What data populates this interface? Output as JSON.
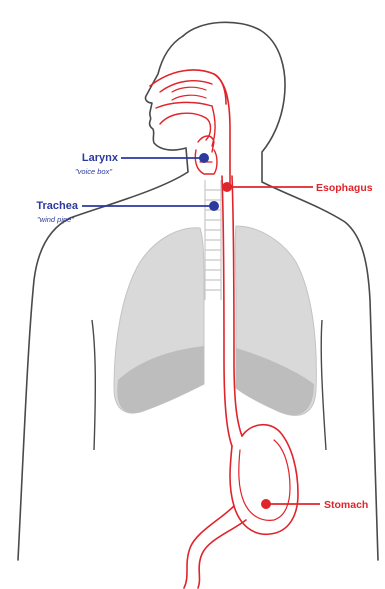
{
  "colors": {
    "tract": "#e0242b",
    "airway": "#2c3a9e",
    "body_outline": "#4a4a4a",
    "lungs_fill": "#d9d9d9",
    "lungs_shadow": "#bdbdbd"
  },
  "labels": {
    "larynx": {
      "title": "Larynx",
      "subtitle": "\"voice box\""
    },
    "trachea": {
      "title": "Trachea",
      "subtitle": "\"wind pipe\""
    },
    "esophagus": {
      "title": "Esophagus"
    },
    "stomach": {
      "title": "Stomach"
    }
  }
}
